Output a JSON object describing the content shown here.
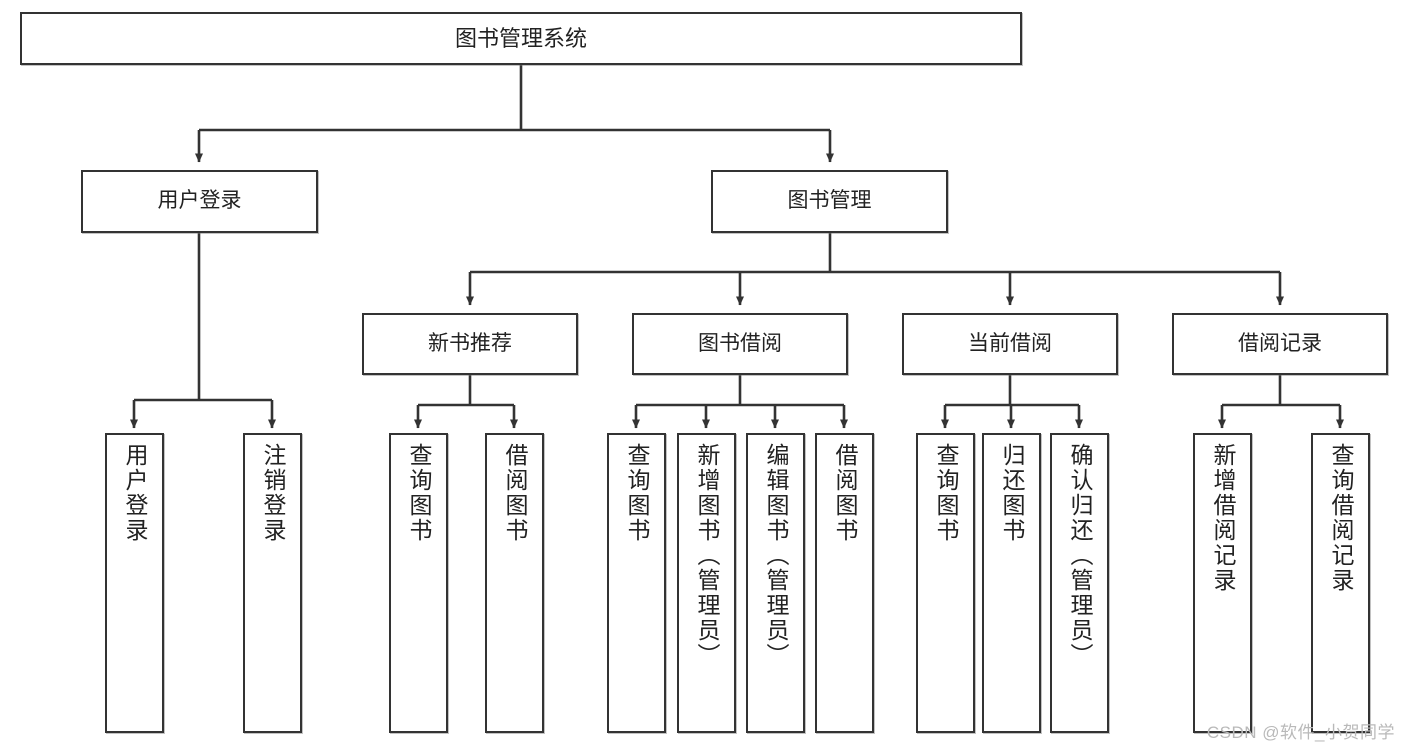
{
  "diagram": {
    "type": "tree-hierarchy",
    "title": "图书管理系统",
    "watermark": "CSDN @软件_小贺同学",
    "colors": {
      "stroke": "#333333",
      "fill": "#ffffff",
      "text": "#222222",
      "watermark": "#b9b9b9"
    },
    "nodes": {
      "root": {
        "label": "图书管理系统",
        "level": 1
      },
      "level2": [
        {
          "id": "user-login",
          "label": "用户登录"
        },
        {
          "id": "book-manage",
          "label": "图书管理"
        }
      ],
      "level3": [
        {
          "id": "new-book-recommend",
          "label": "新书推荐",
          "parent": "book-manage"
        },
        {
          "id": "book-borrow",
          "label": "图书借阅",
          "parent": "book-manage"
        },
        {
          "id": "current-borrow",
          "label": "当前借阅",
          "parent": "book-manage"
        },
        {
          "id": "borrow-record",
          "label": "借阅记录",
          "parent": "book-manage"
        }
      ],
      "leaves": [
        {
          "id": "leaf-user-login",
          "label": "用户登录",
          "parent": "user-login"
        },
        {
          "id": "leaf-user-logout",
          "label": "注销登录",
          "parent": "user-login"
        },
        {
          "id": "leaf-query-book-1",
          "label": "查询图书",
          "parent": "new-book-recommend"
        },
        {
          "id": "leaf-borrow-book-1",
          "label": "借阅图书",
          "parent": "new-book-recommend"
        },
        {
          "id": "leaf-query-book-2",
          "label": "查询图书",
          "parent": "book-borrow"
        },
        {
          "id": "leaf-add-book",
          "label": "新增图书（管理员）",
          "parent": "book-borrow"
        },
        {
          "id": "leaf-edit-book",
          "label": "编辑图书（管理员）",
          "parent": "book-borrow"
        },
        {
          "id": "leaf-borrow-book-2",
          "label": "借阅图书",
          "parent": "book-borrow"
        },
        {
          "id": "leaf-query-book-3",
          "label": "查询图书",
          "parent": "current-borrow"
        },
        {
          "id": "leaf-return-book",
          "label": "归还图书",
          "parent": "current-borrow"
        },
        {
          "id": "leaf-confirm-return",
          "label": "确认归还（管理员）",
          "parent": "current-borrow"
        },
        {
          "id": "leaf-add-record",
          "label": "新增借阅记录",
          "parent": "borrow-record"
        },
        {
          "id": "leaf-query-record",
          "label": "查询借阅记录",
          "parent": "borrow-record"
        }
      ]
    }
  }
}
